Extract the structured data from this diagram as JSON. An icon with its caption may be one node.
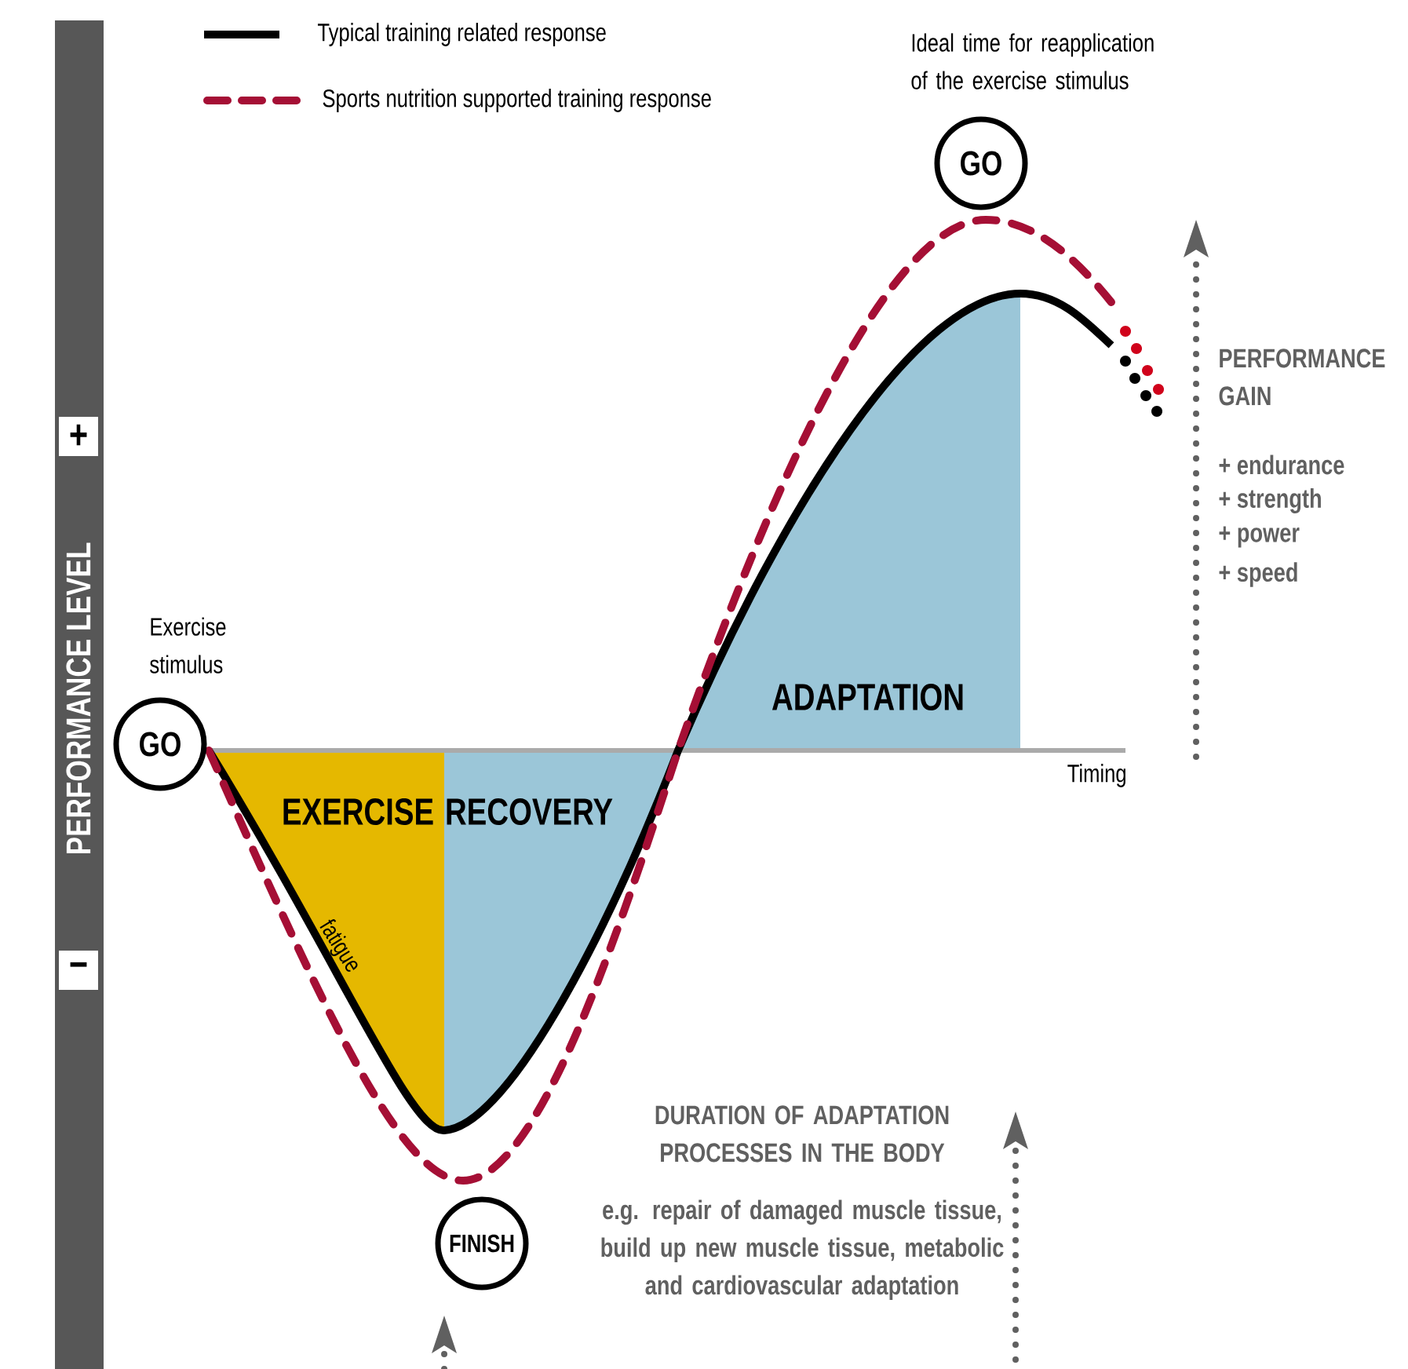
{
  "diagram": {
    "nodes": [
      {
        "text": [
          "PERFORMANCE LEVEL"
        ]
      },
      {
        "text": [
          "+"
        ],
        "in": 0
      },
      {
        "text": [
          "−"
        ],
        "in": 0
      },
      {
        "text": [
          "GO"
        ],
        "beside": [
          "Exercise stimulus"
        ]
      },
      {
        "text": [
          "EXERCISE"
        ]
      },
      {
        "text": [
          "RECOVERY"
        ]
      },
      {
        "text": [
          "ADAPTATION"
        ]
      },
      {
        "text": [
          "FINISH"
        ]
      },
      {
        "text": [
          "GO"
        ],
        "beside": [
          "Ideal time for reapplication of the exercise stimulus"
        ]
      }
    ],
    "labels": [
      "PERFORMANCE GAIN",
      "+ endurance",
      "+ strength",
      "+ power",
      "+ speed",
      "Timing",
      "fatigue",
      "DURATION OF ADAPTATION PROCESSES IN THE BODY",
      "e.g. repair of damaged muscle tissue, build up new muscle tissue, metabolic and cardiovascular adaptation"
    ],
    "legend": [
      {
        "text": "Typical training related response"
      },
      {
        "text": "Sports nutrition supported training response"
      }
    ]
  }
}
